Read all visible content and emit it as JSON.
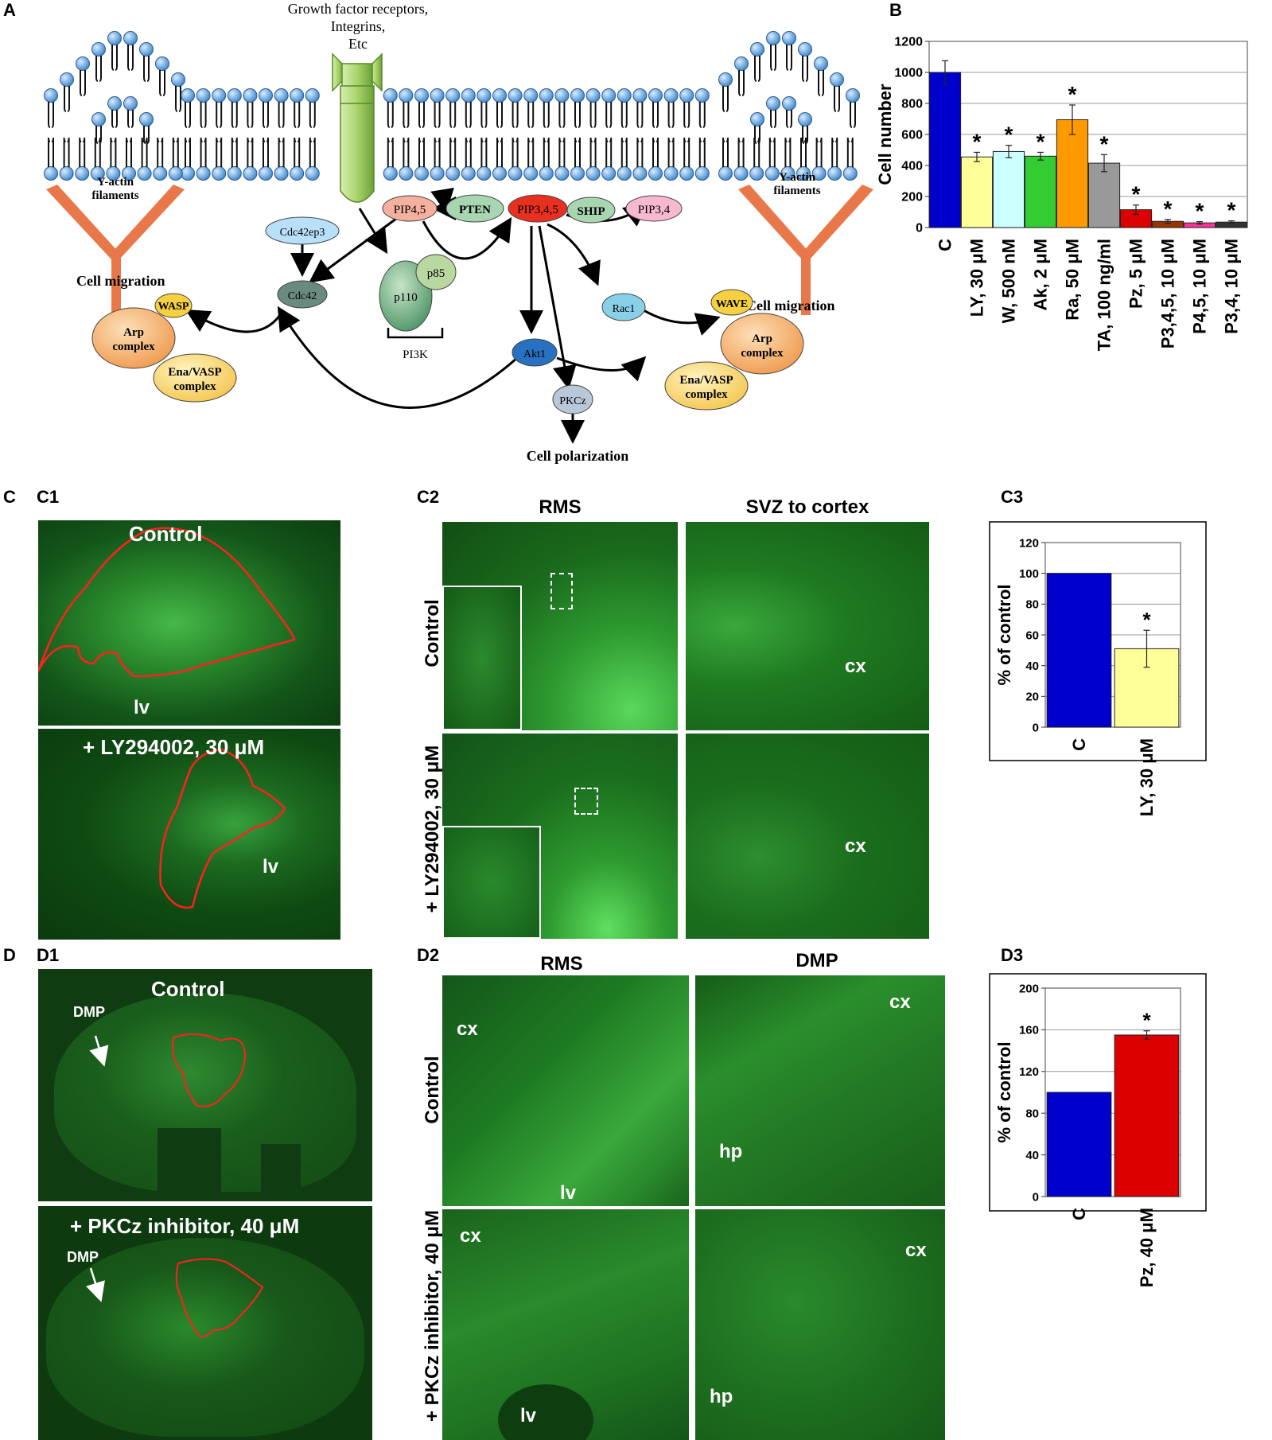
{
  "panels": {
    "A": "A",
    "B": "B",
    "C": "C",
    "C1": "C1",
    "C2": "C2",
    "C3": "C3",
    "D": "D",
    "D1": "D1",
    "D2": "D2",
    "D3": "D3"
  },
  "diagram": {
    "receptor_label_1": "Growth factor receptors,",
    "receptor_label_2": "Integrins,",
    "receptor_label_3": "Etc",
    "yactin_left_1": "Y-actin",
    "yactin_left_2": "filaments",
    "yactin_right_1": "Y-actin",
    "yactin_right_2": "filaments",
    "cell_migration_left": "Cell migration",
    "cell_migration_right": "Cell migration",
    "nodes": {
      "pip45": "PIP4,5",
      "pten": "PTEN",
      "pip345": "PIP3,4,5",
      "ship": "SHIP",
      "pip34": "PIP3,4",
      "cdc42ep3": "Cdc42ep3",
      "cdc42": "Cdc42",
      "p110": "p110",
      "p85": "p85",
      "pi3k": "PI3K",
      "rac1": "Rac1",
      "akt1": "Akt1",
      "pkcz": "PKCz",
      "wasp": "WASP",
      "wave": "WAVE",
      "arp_left_1": "Arp",
      "arp_left_2": "complex",
      "arp_right_1": "Arp",
      "arp_right_2": "complex",
      "ena_left_1": "Ena/VASP",
      "ena_left_2": "complex",
      "ena_right_1": "Ena/VASP",
      "ena_right_2": "complex"
    },
    "cell_polarization": "Cell polarization"
  },
  "colors": {
    "membrane_head": "#5aa2e0",
    "receptor": "#a8d46a",
    "actin": "#e8784a",
    "arp": "#f0a25a",
    "wasp": "#f5d040",
    "blue_bar": "#0000cc",
    "yellow_bar": "#ffff99",
    "red_bar": "#dd0000",
    "micro_green": "#1f7a1f"
  },
  "chart_data": [
    {
      "type": "bar",
      "panel": "B",
      "categories": [
        "C",
        "LY, 30 μM",
        "W, 500 nM",
        "Ak, 2 μM",
        "Ra, 50 μM",
        "TA, 100 ng/ml",
        "Pz, 5 μM",
        "P3,4,5, 10 μM",
        "P4,5, 10 μM",
        "P3,4, 10 μM"
      ],
      "values": [
        1000,
        455,
        490,
        460,
        695,
        415,
        115,
        40,
        30,
        35
      ],
      "errors": [
        75,
        30,
        40,
        25,
        95,
        55,
        30,
        12,
        8,
        8
      ],
      "significant": [
        false,
        true,
        true,
        true,
        true,
        true,
        true,
        true,
        true,
        true
      ],
      "bar_colors": [
        "#0000cc",
        "#ffff99",
        "#ccffff",
        "#33cc33",
        "#ff9900",
        "#999999",
        "#dd0000",
        "#993300",
        "#ff3399",
        "#333333"
      ],
      "title": "",
      "xlabel": "",
      "ylabel": "Cell number",
      "ylim": [
        0,
        1200
      ],
      "yticks": [
        "0",
        "200",
        "400",
        "600",
        "800",
        "1000",
        "1200"
      ],
      "grid": true,
      "significance_mark": "*"
    },
    {
      "type": "bar",
      "panel": "C3",
      "categories": [
        "C",
        "LY, 30 μM"
      ],
      "values": [
        100,
        51
      ],
      "errors": [
        0,
        12
      ],
      "significant": [
        false,
        true
      ],
      "bar_colors": [
        "#0000cc",
        "#ffff99"
      ],
      "title": "",
      "xlabel": "",
      "ylabel": "% of control",
      "ylim": [
        0,
        120
      ],
      "yticks": [
        "0",
        "20",
        "40",
        "60",
        "80",
        "100",
        "120"
      ],
      "grid": true,
      "significance_mark": "*"
    },
    {
      "type": "bar",
      "panel": "D3",
      "categories": [
        "C",
        "Pz, 40 μM"
      ],
      "values": [
        100,
        155
      ],
      "errors": [
        0,
        4
      ],
      "significant": [
        false,
        true
      ],
      "bar_colors": [
        "#0000cc",
        "#dd0000"
      ],
      "title": "",
      "xlabel": "",
      "ylabel": "% of control",
      "ylim": [
        0,
        200
      ],
      "yticks": [
        "0",
        "40",
        "80",
        "120",
        "160",
        "200"
      ],
      "grid": true,
      "significance_mark": "*"
    }
  ],
  "micrographs": {
    "c1_top_label": "Control",
    "c1_top_lv": "lv",
    "c1_bottom_label": "+ LY294002, 30 μM",
    "c1_bottom_lv": "lv",
    "c2_col_rms": "RMS",
    "c2_col_svz": "SVZ to cortex",
    "c2_row_control": "Control",
    "c2_row_ly": "+ LY294002, 30 μM",
    "c2_cx_top": "cx",
    "c2_cx_bottom": "cx",
    "d1_top_label": "Control",
    "d1_top_dmp": "DMP",
    "d1_bottom_label": "+ PKCz inhibitor, 40 μM",
    "d1_bottom_dmp": "DMP",
    "d2_col_rms": "RMS",
    "d2_col_dmp": "DMP",
    "d2_row_control": "Control",
    "d2_row_pkcz": "+ PKCz inhibitor, 40 μM",
    "d2_tl_cx": "cx",
    "d2_tl_lv": "lv",
    "d2_tr_cx": "cx",
    "d2_tr_hp": "hp",
    "d2_bl_cx": "cx",
    "d2_bl_lv": "lv",
    "d2_br_cx": "cx",
    "d2_br_hp": "hp"
  }
}
